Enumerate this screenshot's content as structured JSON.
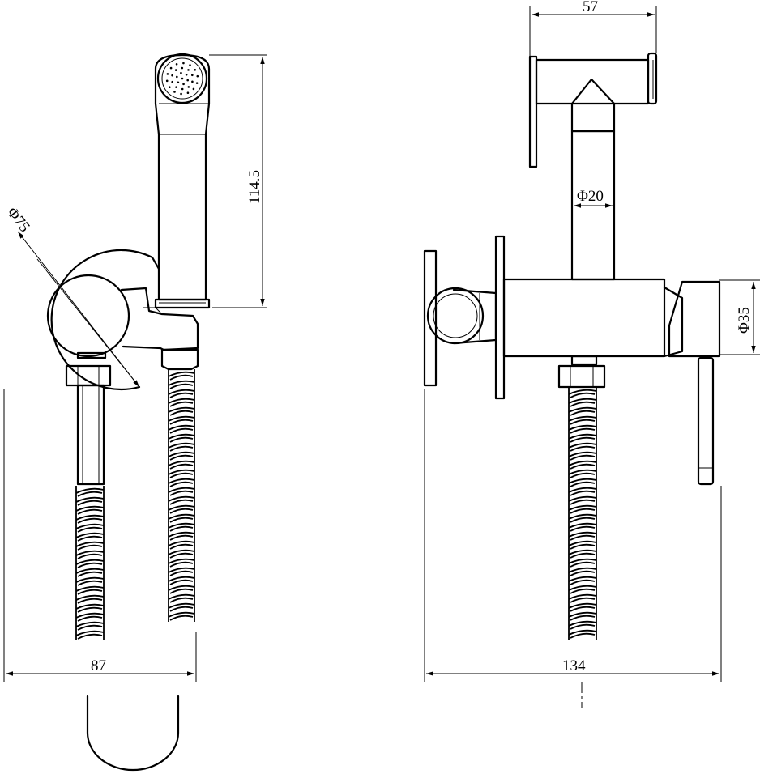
{
  "drawing": {
    "colors": {
      "line": "#000000",
      "background": "#ffffff"
    },
    "dimensions": {
      "head_length": "114.5",
      "flange_diameter": "Φ75",
      "front_width": "87",
      "side_holder_width": "57",
      "shower_tube_diameter": "Φ20",
      "body_diameter": "Φ35",
      "side_depth": "134"
    }
  }
}
